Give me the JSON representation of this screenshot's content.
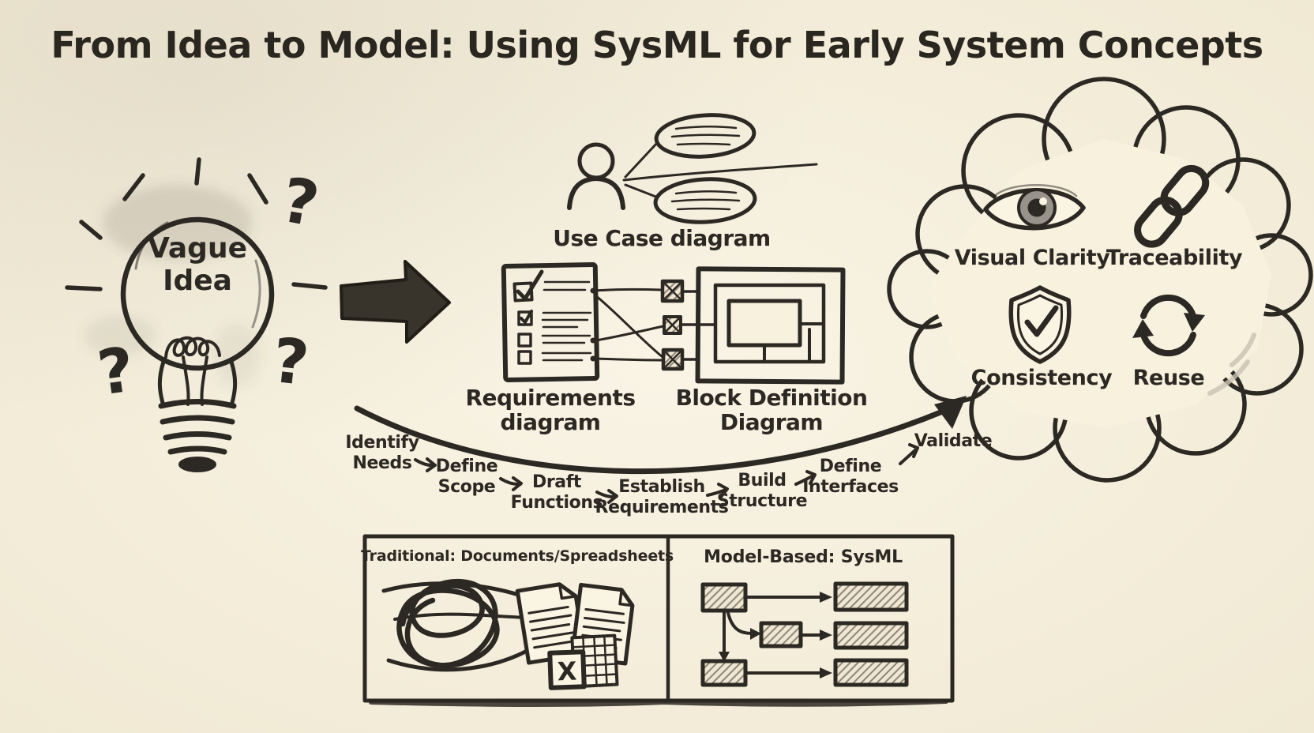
{
  "title": "From Idea to Model: Using SysML for Early System Concepts",
  "colors": {
    "paper": "#f7f0dc",
    "ink": "#2c2823"
  },
  "idea": {
    "label": "Vague\nIdea",
    "question_mark": "?"
  },
  "sysml_diagrams": {
    "use_case_label": "Use Case diagram",
    "requirements_label": "Requirements\ndiagram",
    "block_definition_label": "Block Definition\nDiagram"
  },
  "process": {
    "steps": [
      {
        "label": "Identify\nNeeds"
      },
      {
        "label": "Define\nScope"
      },
      {
        "label": "Draft\nFunctions"
      },
      {
        "label": "Establish\nRequirements"
      },
      {
        "label": "Build\nStructure"
      },
      {
        "label": "Define\nInterfaces"
      },
      {
        "label": "Validate"
      }
    ]
  },
  "benefits": {
    "items": [
      {
        "icon": "eye-icon",
        "label": "Visual Clarity"
      },
      {
        "icon": "chain-link-icon",
        "label": "Traceability"
      },
      {
        "icon": "shield-check-icon",
        "label": "Consistency"
      },
      {
        "icon": "recycle-icon",
        "label": "Reuse"
      }
    ]
  },
  "comparison": {
    "traditional_title": "Traditional: Documents/Spreadsheets",
    "model_based_title": "Model-Based: SysML",
    "spreadsheet_letter": "X"
  }
}
